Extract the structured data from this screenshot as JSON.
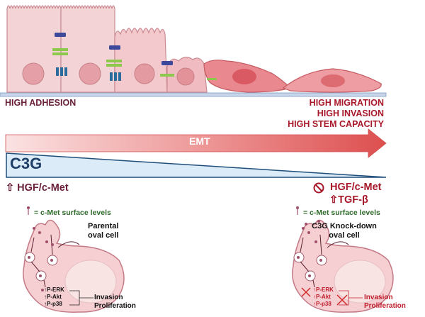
{
  "colors": {
    "emt_arrow": "#e05a5a",
    "c3g_fill": "#dbeaf7",
    "c3g_stroke": "#1f4f7a",
    "adhesion_text": "#6a1f38",
    "migration_text": "#a8182a",
    "cell_fill": "#f6cfd3",
    "cmet_text": "#2f6b2a"
  },
  "top": {
    "left_label": "HIGH ADHESION",
    "right_labels": [
      "HIGH MIGRATION",
      "HIGH INVASION",
      "HIGH STEM CAPACITY"
    ]
  },
  "gradient": {
    "emt_label": "EMT",
    "c3g_label": "C3G"
  },
  "left_panel": {
    "signal": "⇧ HGF/c-Met",
    "legend": "= c-Met surface levels",
    "cell_title_line1": "Parental",
    "cell_title_line2": "oval cell",
    "markers": [
      "↑P-ERK",
      "↑P-Akt",
      "↑P-p38"
    ],
    "outcome_line1": "Invasion",
    "outcome_line2": "Proliferation"
  },
  "right_panel": {
    "blocked_signal": "HGF/c-Met",
    "tgf": "⇧TGF-β",
    "legend": "= c-Met surface levels",
    "cell_title_line1": "C3G Knock-down",
    "cell_title_line2": "oval cell",
    "markers": [
      "↑P-ERK",
      "↑P-Akt",
      "↑P-p38"
    ],
    "outcome_line1": "Invasion",
    "outcome_line2": "Proliferation"
  }
}
